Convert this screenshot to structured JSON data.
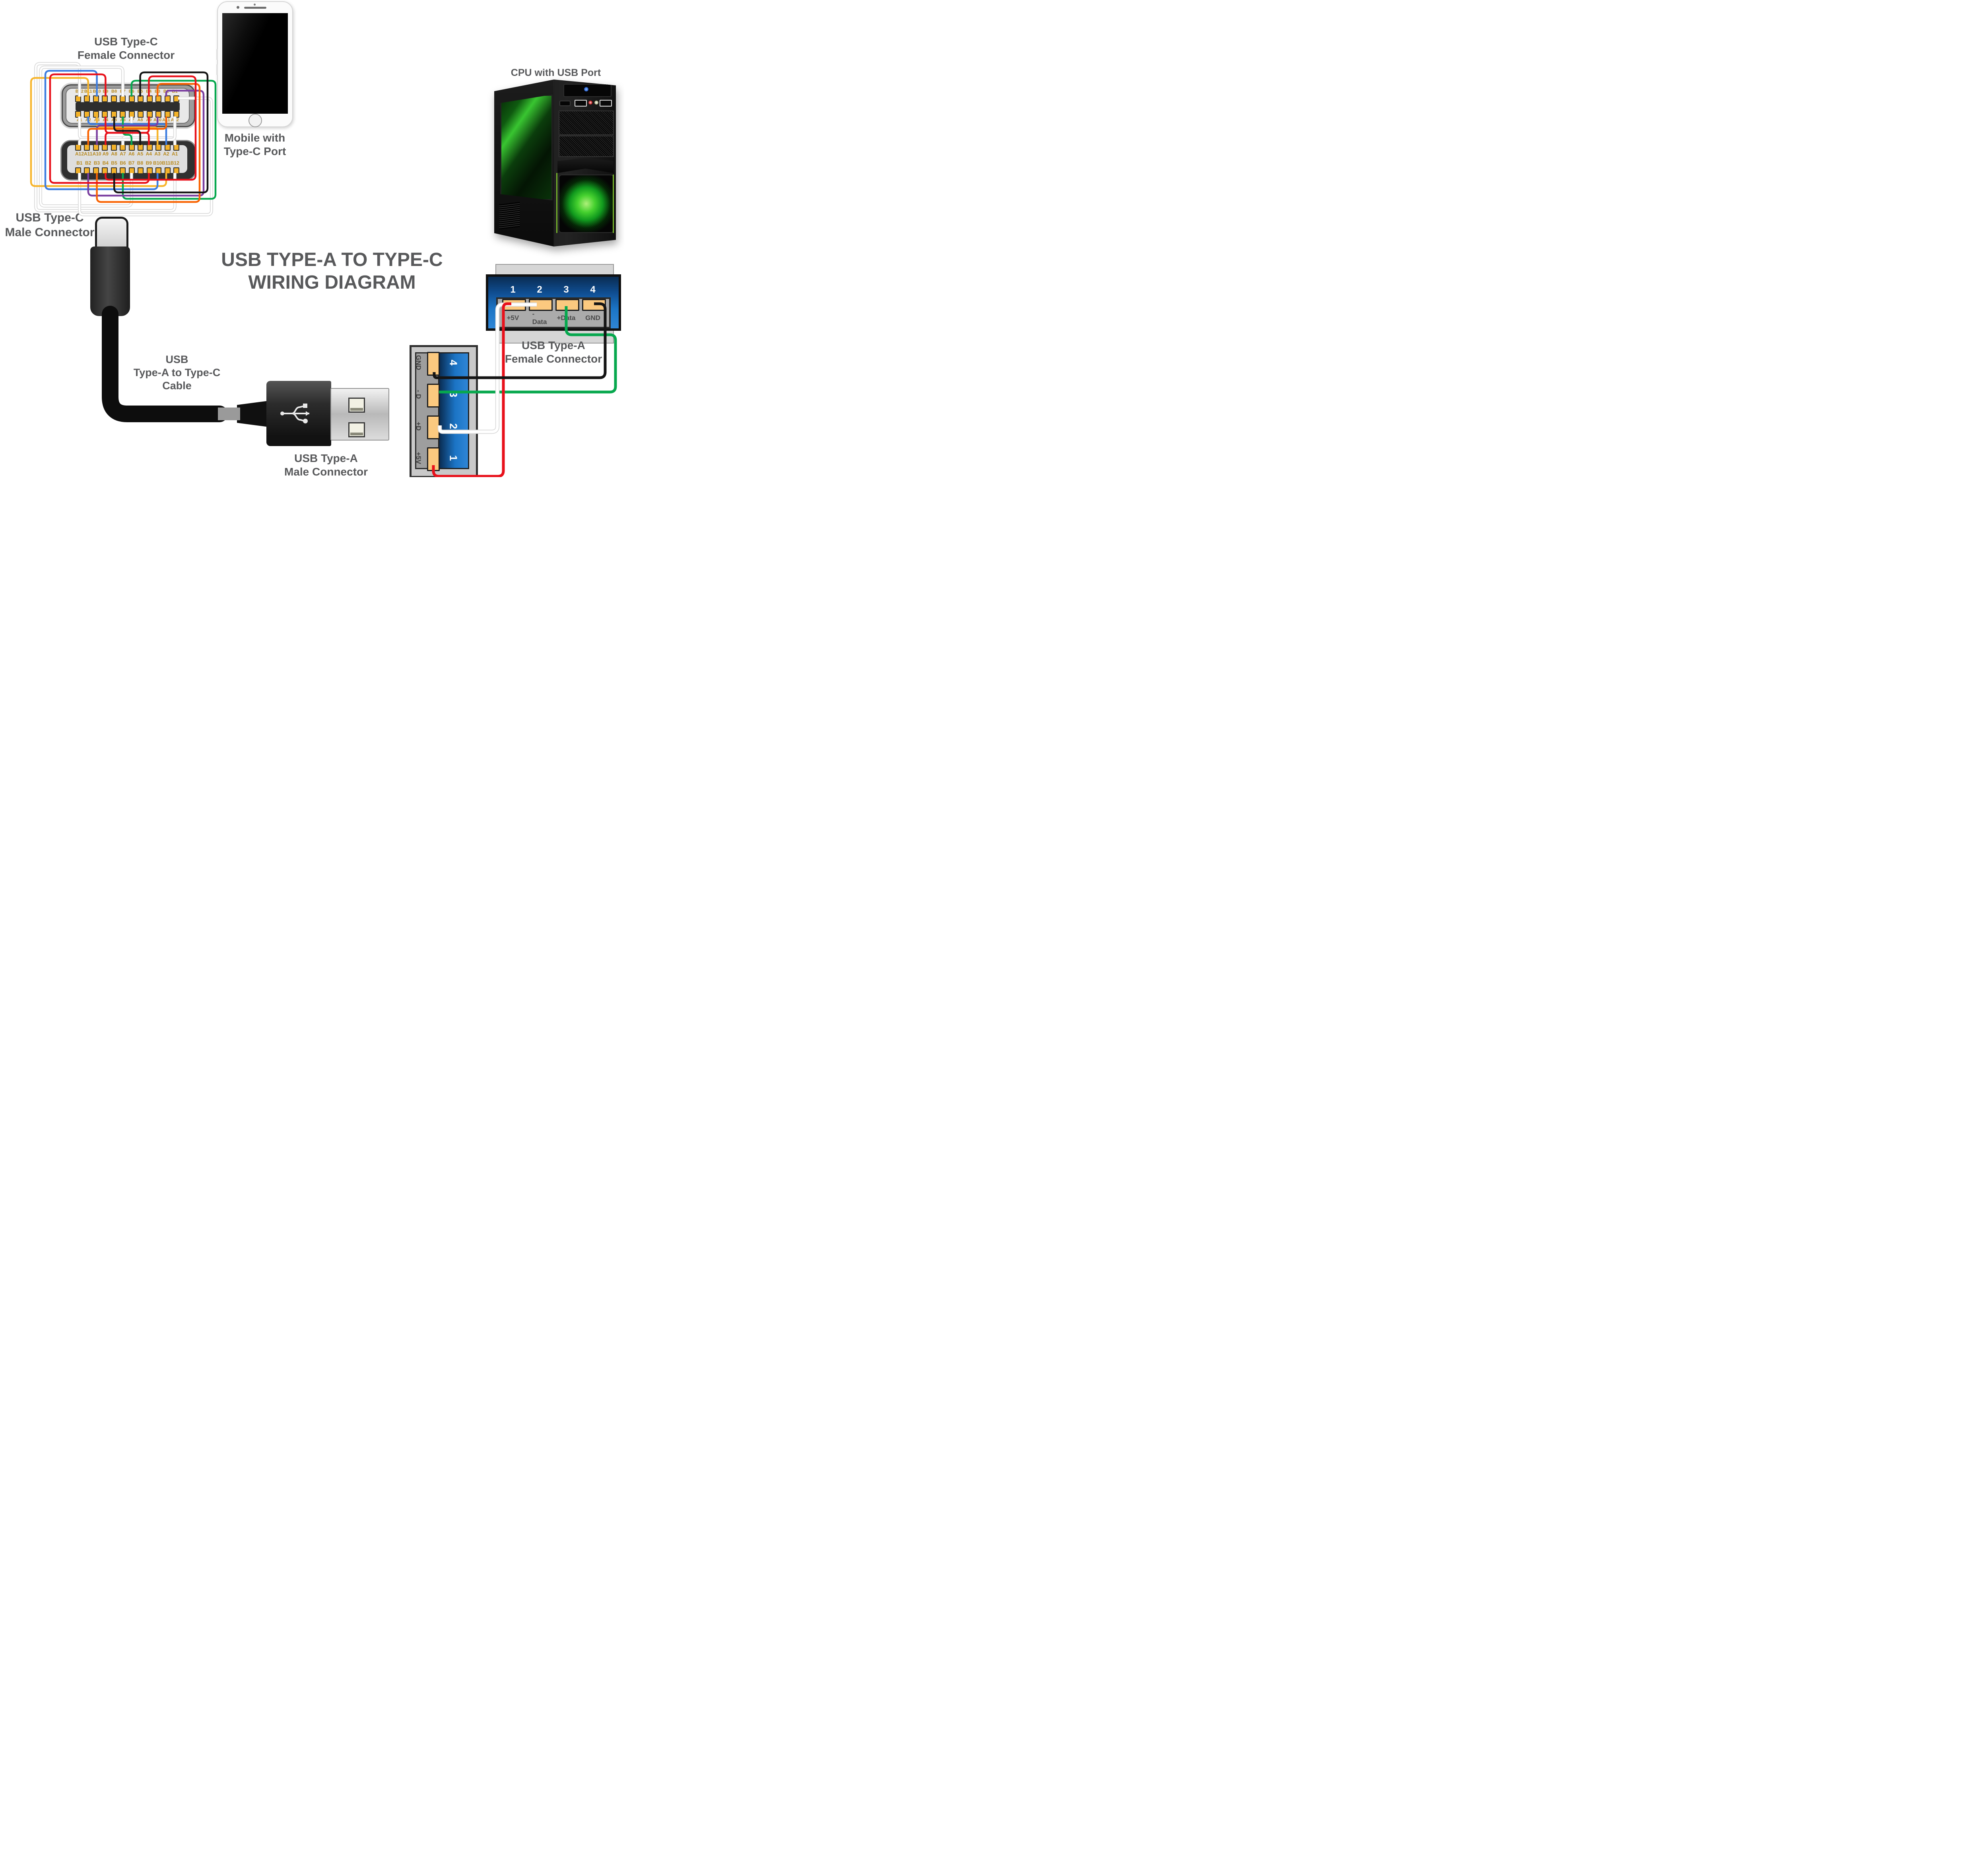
{
  "palette": {
    "red": "#e8111b",
    "yellow": "#f7b52c",
    "blue": "#3d7de0",
    "green": "#07a84e",
    "black": "#151515",
    "orange": "#f96302",
    "purple": "#7b3fa0",
    "white": "#ffffff",
    "wire_halo": "#d9d9d9",
    "pad": "#f3b229",
    "pad_border": "#2b2b2b",
    "pin_text": "#b8891c",
    "heading": "#58595b",
    "port_blue_dark": "#0a2c52",
    "port_blue": "#1b74c5",
    "cpu_green": "#39c531"
  },
  "main_title": {
    "line1": "USB TYPE-A TO TYPE-C",
    "line2": "WIRING DIAGRAM"
  },
  "typec": {
    "female_title1": "USB Type-C",
    "female_title2": "Female Connector",
    "male_label1": "USB Type-C",
    "male_label2": "Male Connector",
    "female_top_pins": [
      "B12",
      "B11",
      "B10",
      "B9",
      "B8",
      "B7",
      "B6",
      "B5",
      "B4",
      "B3",
      "B2",
      "B1"
    ],
    "female_bottom_pins": [
      "A1",
      "A2",
      "A3",
      "A4",
      "A5",
      "A6",
      "A7",
      "A8",
      "A9",
      "A10",
      "A11",
      "A12"
    ],
    "male_top_pins": [
      "A12",
      "A11",
      "A10",
      "A9",
      "A8",
      "A7",
      "A6",
      "A5",
      "A4",
      "A3",
      "A2",
      "A1"
    ],
    "male_bottom_pins": [
      "B1",
      "B2",
      "B3",
      "B4",
      "B5",
      "B6",
      "B7",
      "B8",
      "B9",
      "B10",
      "B11",
      "B12"
    ]
  },
  "phone": {
    "label1": "Mobile with",
    "label2": "Type-C Port"
  },
  "cpu": {
    "label": "CPU with USB Port"
  },
  "cable": {
    "label1": "USB",
    "label2": "Type-A to Type-C",
    "label3": "Cable"
  },
  "usb_a_male_photo": {
    "label1": "USB Type-A",
    "label2": "Male Connector"
  },
  "usb_a_female": {
    "title1": "USB Type-A",
    "title2": "Female Connector",
    "pin_numbers": [
      "1",
      "2",
      "3",
      "4"
    ],
    "pin_labels": [
      "+5V",
      "-Data",
      "+Data",
      "GND"
    ]
  },
  "usb_a_male": {
    "pin_numbers": [
      "4",
      "3",
      "2",
      "1"
    ],
    "pin_labels": [
      "GND",
      "- D",
      "+D",
      "+5V"
    ]
  }
}
